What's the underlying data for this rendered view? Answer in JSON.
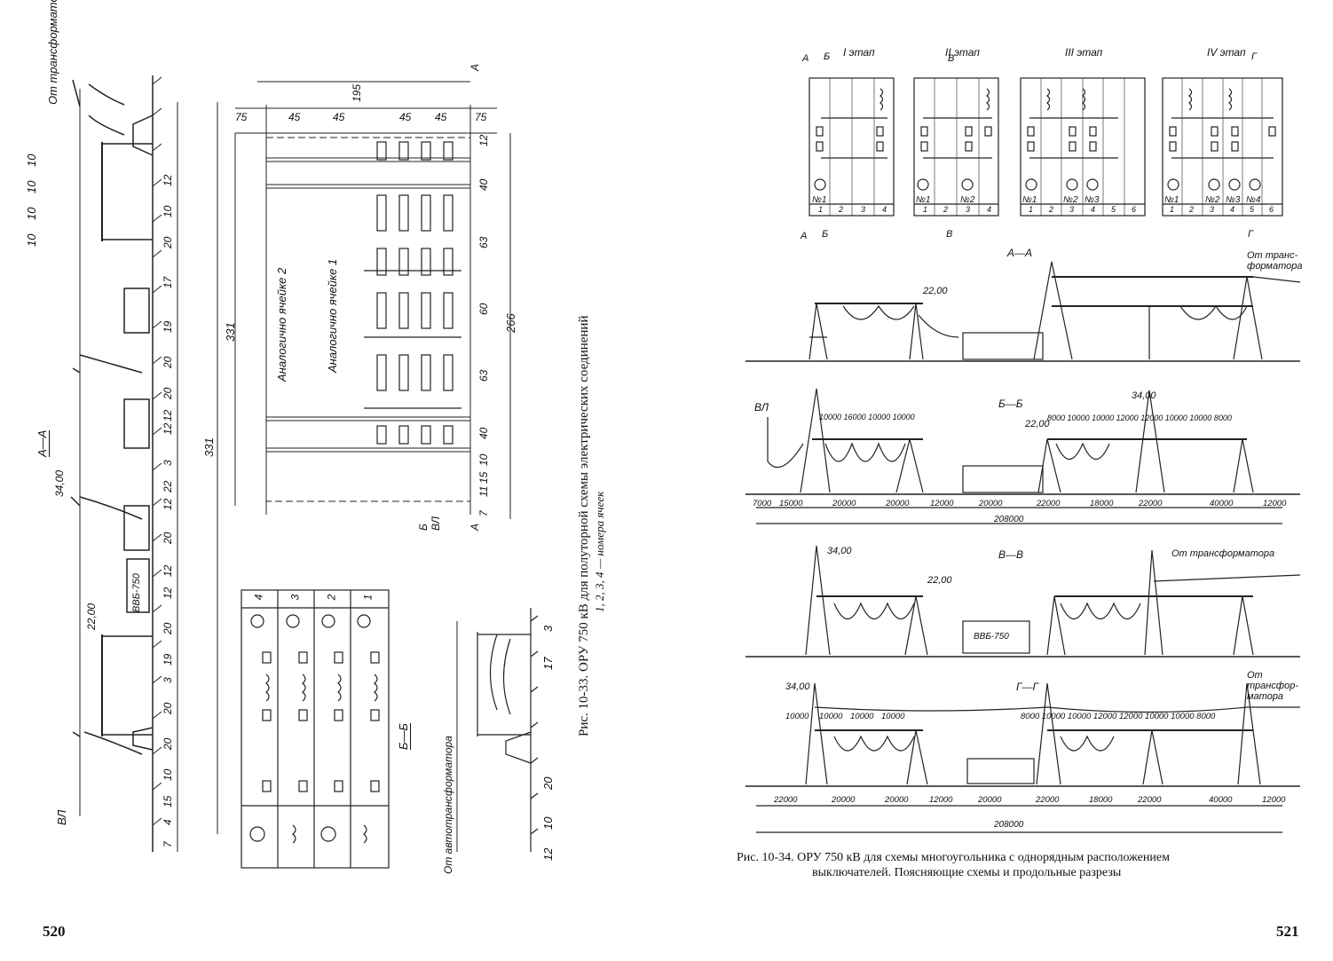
{
  "left_page": {
    "page_number": "520",
    "caption": {
      "line1": "Рис. 10-33. ОРУ 750 кВ для полуторной схемы электрических соединений",
      "line2": "1, 2, 3, 4 — номера ячеек"
    },
    "section_labels": {
      "aa": "А—А",
      "bb": "Б—Б"
    },
    "elevation": "34,00",
    "elevation2": "22,00",
    "breaker_label": "ВВБ-750",
    "labels": {
      "from_transformer": "От трансформатора",
      "from_autotransformer": "От автотрансформатора",
      "line": "ВЛ",
      "same_as_cell1": "Аналогично ячейке 1",
      "same_as_cell2": "Аналогично ячейке 2"
    },
    "dims_aa": [
      "7",
      "4",
      "15",
      "10",
      "20",
      "20",
      "3",
      "19",
      "20",
      "12",
      "12",
      "20",
      "12",
      "22",
      "3",
      "12",
      "12",
      "20",
      "20",
      "19",
      "17",
      "20",
      "10",
      "12"
    ],
    "dims_top": [
      "10",
      "10",
      "10",
      "10"
    ],
    "dims_plan_top": [
      "75",
      "45",
      "45",
      "45",
      "45",
      "75"
    ],
    "dim_195": "195",
    "dim_331": "331",
    "dim_266": "266",
    "dims_plan_side": [
      "12",
      "40",
      "63",
      "60",
      "63",
      "40",
      "10",
      "15",
      "11",
      "7"
    ],
    "cell_numbers": [
      "1",
      "2",
      "3",
      "4"
    ],
    "dims_bb": [
      "12",
      "10",
      "20",
      "17",
      "3"
    ],
    "plan_markers": {
      "a": "А",
      "b": "Б",
      "vl": "ВЛ"
    }
  },
  "right_page": {
    "page_number": "521",
    "caption": {
      "line1": "Рис. 10-34. ОРУ 750 кВ для схемы многоугольника с однорядным расположением",
      "line2": "выключателей. Поясняющие схемы и продольные разрезы"
    },
    "stages": [
      {
        "title": "I этап",
        "cells": [
          "1",
          "2",
          "3",
          "4"
        ],
        "transformers": [
          "№1"
        ],
        "markers": [
          "А",
          "Б"
        ]
      },
      {
        "title": "II этап",
        "cells": [
          "1",
          "2",
          "3",
          "4"
        ],
        "transformers": [
          "№1",
          "№2"
        ],
        "markers": [
          "В"
        ]
      },
      {
        "title": "III этап",
        "cells": [
          "1",
          "2",
          "3",
          "4",
          "5",
          "6"
        ],
        "transformers": [
          "№1",
          "№2",
          "№3"
        ],
        "markers": []
      },
      {
        "title": "IV этап",
        "cells": [
          "1",
          "2",
          "3",
          "4",
          "5",
          "6"
        ],
        "transformers": [
          "№1",
          "№2",
          "№3",
          "№4"
        ],
        "markers": [
          "Г"
        ]
      }
    ],
    "sections": [
      {
        "title": "А—А",
        "elevation": "22,00",
        "note": "От транс-форматора"
      },
      {
        "title": "Б—Б",
        "elevation": "22,00",
        "elevation_top": "34,00",
        "line": "ВЛ",
        "spans_left": [
          "10000",
          "16000",
          "10000",
          "10000"
        ],
        "spans_right": [
          "8000",
          "10000",
          "10000",
          "12000",
          "12000",
          "10000",
          "10000",
          "8000"
        ],
        "dims": [
          "7000",
          "15000",
          "20000",
          "20000",
          "12000",
          "20000",
          "22000",
          "18000",
          "22000",
          "40000",
          "12000"
        ],
        "total": "208000"
      },
      {
        "title": "В—В",
        "elevation": "22,00",
        "elevation_top": "34,00",
        "breaker": "ВВБ-750",
        "note": "От трансформатора"
      },
      {
        "title": "Г—Г",
        "elevation_top": "34,00",
        "note": "От трансфор-матора",
        "spans_left": [
          "10000",
          "10000",
          "10000",
          "10000"
        ],
        "spans_right": [
          "8000",
          "10000",
          "10000",
          "12000",
          "12000",
          "10000",
          "10000",
          "8000"
        ],
        "dims": [
          "22000",
          "20000",
          "20000",
          "12000",
          "20000",
          "22000",
          "18000",
          "22000",
          "40000",
          "12000"
        ],
        "total": "208000"
      }
    ]
  }
}
